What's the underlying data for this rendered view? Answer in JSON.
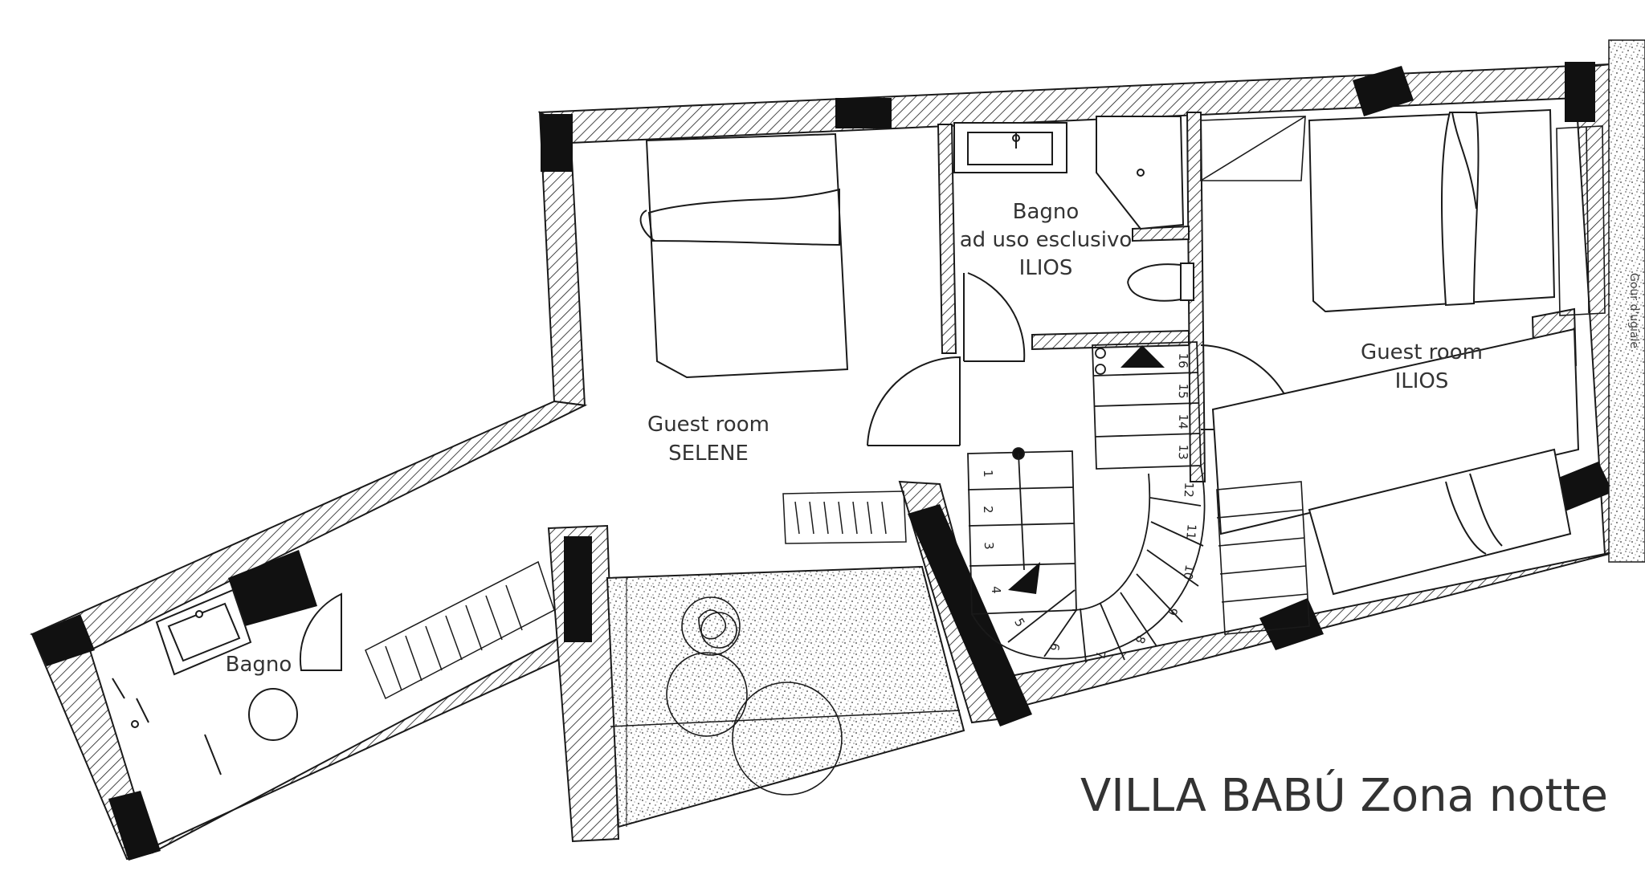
{
  "title": "VILLA BABÚ Zona notte",
  "rooms": {
    "selene": {
      "line1": "Guest room",
      "line2": "SELENE"
    },
    "ilios": {
      "line1": "Guest room",
      "line2": "ILIOS"
    },
    "bagno_ilios": {
      "line1": "Bagno",
      "line2": "ad uso esclusivo",
      "line3": "ILIOS"
    },
    "bagno": {
      "line1": "Bagno"
    }
  },
  "edge_text": "Gour d'ugiale",
  "stairs": {
    "steps": [
      "1",
      "2",
      "3",
      "4",
      "5",
      "6",
      "7",
      "8",
      "9",
      "10",
      "11",
      "12",
      "13",
      "14",
      "15",
      "16"
    ]
  },
  "colors": {
    "ink": "#1a1a1a",
    "wall_fill": "#ffffff",
    "column_fill": "#111111",
    "label": "#333333"
  }
}
